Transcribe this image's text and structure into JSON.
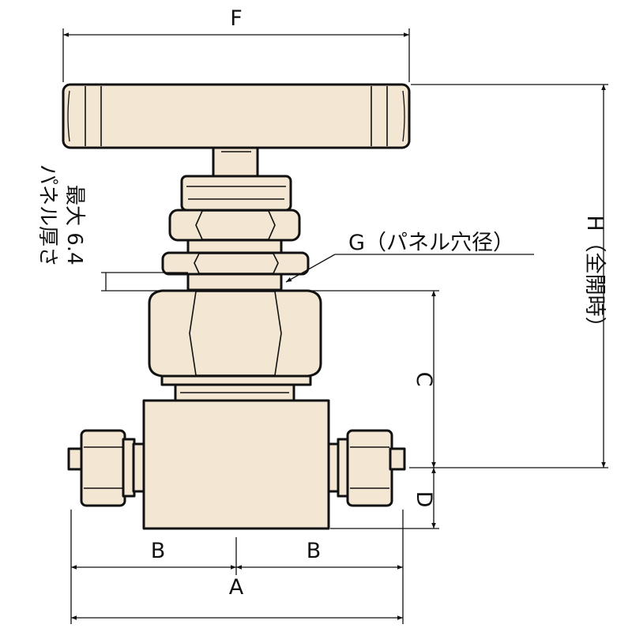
{
  "dimensions": {
    "F": "F",
    "H": "H（全開時）",
    "G": "G（パネル穴径）",
    "panel_line1": "パネル厚さ",
    "panel_line2": "最大 6.4",
    "C": "C",
    "D": "D",
    "B_left": "B",
    "B_right": "B",
    "A": "A"
  },
  "colors": {
    "body_fill": "#f3e6d2",
    "outline": "#111111",
    "background": "#ffffff"
  }
}
